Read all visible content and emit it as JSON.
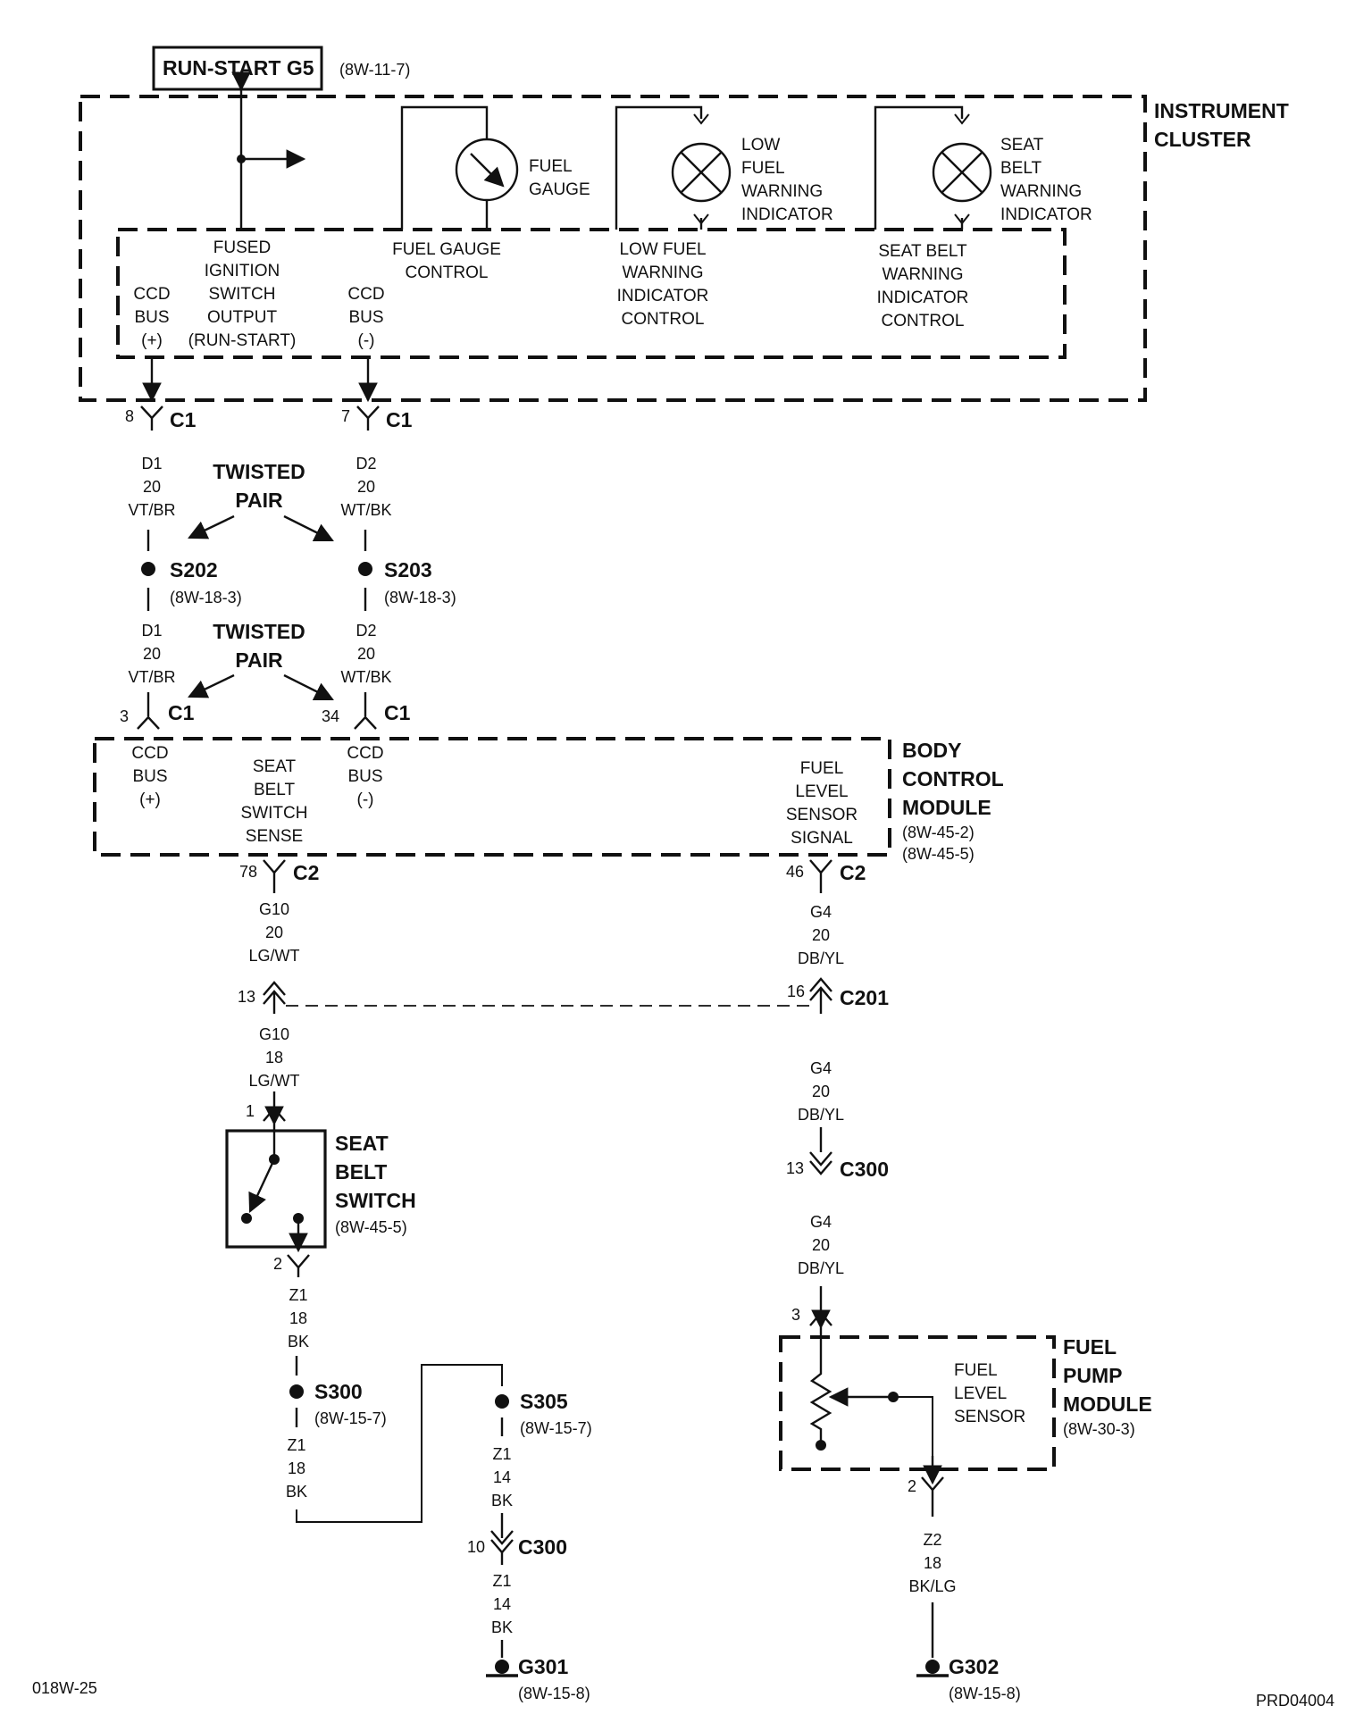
{
  "run_start": {
    "label": "RUN-START G5",
    "ref": "(8W-11-7)"
  },
  "instrument_cluster": {
    "title": [
      "INSTRUMENT",
      "CLUSTER"
    ],
    "fuel_gauge_label": [
      "FUEL",
      "GAUGE"
    ],
    "low_fuel_indicator_label": [
      "LOW",
      "FUEL",
      "WARNING",
      "INDICATOR"
    ],
    "seat_belt_indicator_label": [
      "SEAT",
      "BELT",
      "WARNING",
      "INDICATOR"
    ],
    "ccd_bus_plus": [
      "CCD",
      "BUS",
      "(+)"
    ],
    "fused_ignition": [
      "FUSED",
      "IGNITION",
      "SWITCH",
      "OUTPUT",
      "(RUN-START)"
    ],
    "ccd_bus_minus": [
      "CCD",
      "BUS",
      "(-)"
    ],
    "fuel_gauge_control": [
      "FUEL GAUGE",
      "CONTROL"
    ],
    "low_fuel_control": [
      "LOW FUEL",
      "WARNING",
      "INDICATOR",
      "CONTROL"
    ],
    "seat_belt_control": [
      "SEAT BELT",
      "WARNING",
      "INDICATOR",
      "CONTROL"
    ]
  },
  "c1_top": {
    "left_pin": "8",
    "right_pin": "7",
    "name": "C1"
  },
  "wires_upper": {
    "left": [
      "D1",
      "20",
      "VT/BR"
    ],
    "right": [
      "D2",
      "20",
      "WT/BK"
    ],
    "twisted_pair": [
      "TWISTED",
      "PAIR"
    ]
  },
  "splices_upper": {
    "left": {
      "name": "S202",
      "ref": "(8W-18-3)"
    },
    "right": {
      "name": "S203",
      "ref": "(8W-18-3)"
    }
  },
  "wires_lower": {
    "left": [
      "D1",
      "20",
      "VT/BR"
    ],
    "right": [
      "D2",
      "20",
      "WT/BK"
    ],
    "twisted_pair": [
      "TWISTED",
      "PAIR"
    ]
  },
  "c1_bcm": {
    "left_pin": "3",
    "right_pin": "34",
    "name": "C1"
  },
  "bcm": {
    "title": [
      "BODY",
      "CONTROL",
      "MODULE"
    ],
    "refs": [
      "(8W-45-2)",
      "(8W-45-5)"
    ],
    "ccd_bus_plus": [
      "CCD",
      "BUS",
      "(+)"
    ],
    "seat_belt_sense": [
      "SEAT",
      "BELT",
      "SWITCH",
      "SENSE"
    ],
    "ccd_bus_minus": [
      "CCD",
      "BUS",
      "(-)"
    ],
    "fuel_level_signal": [
      "FUEL",
      "LEVEL",
      "SENSOR",
      "SIGNAL"
    ]
  },
  "c2": {
    "left_pin": "78",
    "right_pin": "46",
    "name": "C2"
  },
  "wire_g10_a": [
    "G10",
    "20",
    "LG/WT"
  ],
  "wire_g4_a": [
    "G4",
    "20",
    "DB/YL"
  ],
  "c201": {
    "left_pin": "13",
    "right_pin": "16",
    "name": "C201"
  },
  "wire_g10_b": [
    "G10",
    "18",
    "LG/WT"
  ],
  "wire_g4_b": [
    "G4",
    "20",
    "DB/YL"
  ],
  "seat_belt_switch": {
    "pin_top": "1",
    "pin_bottom": "2",
    "title": [
      "SEAT",
      "BELT",
      "SWITCH"
    ],
    "ref": "(8W-45-5)"
  },
  "c300_right": {
    "pin": "13",
    "name": "C300"
  },
  "wire_g4_c": [
    "G4",
    "20",
    "DB/YL"
  ],
  "wire_z1_a": [
    "Z1",
    "18",
    "BK"
  ],
  "splice_s300": {
    "name": "S300",
    "ref": "(8W-15-7)"
  },
  "wire_z1_b": [
    "Z1",
    "18",
    "BK"
  ],
  "splice_s305": {
    "name": "S305",
    "ref": "(8W-15-7)"
  },
  "wire_z1_c": [
    "Z1",
    "14",
    "BK"
  ],
  "c300_left": {
    "pin": "10",
    "name": "C300"
  },
  "wire_z1_d": [
    "Z1",
    "14",
    "BK"
  ],
  "g301": {
    "name": "G301",
    "ref": "(8W-15-8)"
  },
  "fuel_pump": {
    "pin_top": "3",
    "pin_bottom": "2",
    "title": [
      "FUEL",
      "PUMP",
      "MODULE"
    ],
    "ref": "(8W-30-3)",
    "sensor_label": [
      "FUEL",
      "LEVEL",
      "SENSOR"
    ]
  },
  "wire_z2": [
    "Z2",
    "18",
    "BK/LG"
  ],
  "g302": {
    "name": "G302",
    "ref": "(8W-15-8)"
  },
  "footer": {
    "left": "018W-25",
    "right": "PRD04004"
  }
}
